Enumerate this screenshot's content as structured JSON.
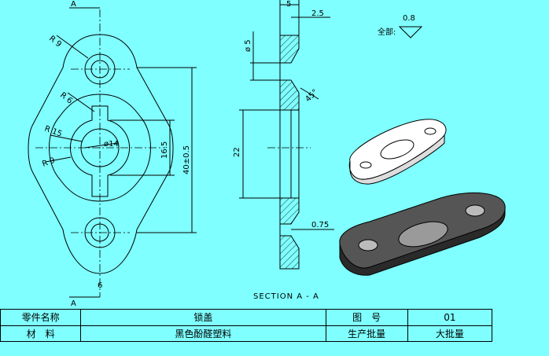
{
  "front_view": {
    "section_marker_top": "A",
    "section_marker_bottom": "A",
    "dims": {
      "r9_top": "R 9",
      "r6": "R 6",
      "r15": "R 15",
      "r9_left": "R 9",
      "dia14": "ø14",
      "height_40": "40±0.5",
      "height_16_5": "16.5",
      "small_6": "6"
    }
  },
  "section_view": {
    "dims": {
      "thickness_5": "5",
      "chamfer_2_5": "2.5",
      "dia5": "ø 5",
      "angle45": "45°",
      "len22": "22",
      "len0_75": "0.75"
    },
    "caption": "SECTION A - A"
  },
  "surface": {
    "label": "全部:",
    "value": "0.8"
  },
  "title_block": {
    "part_name_label": "零件名称",
    "part_name_value": "锁盖",
    "drawing_no_label": "图　号",
    "drawing_no_value": "01",
    "material_label": "材　料",
    "material_value": "黑色酚醛塑料",
    "batch_label": "生产批量",
    "batch_value": "大批量"
  }
}
